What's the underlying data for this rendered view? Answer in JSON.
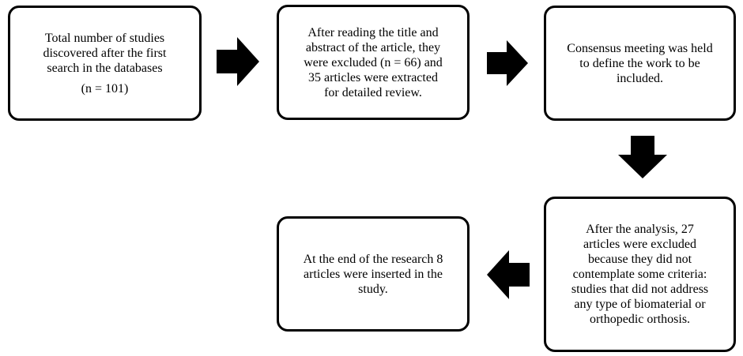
{
  "boxes": {
    "identification": {
      "lines": [
        "Total number of studies",
        "discovered after the first",
        "search in the databases",
        "(n = 101)"
      ]
    },
    "screening": {
      "lines": [
        "After reading the title and",
        "abstract of the article, they",
        "were excluded (n = 66) and",
        "35 articles were extracted",
        "for detailed review."
      ]
    },
    "consensus": {
      "lines": [
        "Consensus meeting was held",
        "to define the work to be",
        "included."
      ]
    },
    "analysis": {
      "lines": [
        "After the analysis, 27",
        "articles were excluded",
        "because they did not",
        "contemplate some criteria:",
        "studies that did not address",
        "any type of biomaterial or",
        "orthopedic orthosis."
      ]
    },
    "final": {
      "lines": [
        "At the end of the research 8",
        "articles were inserted in the",
        "study."
      ]
    }
  },
  "arrows": {
    "a1": "arrow-right",
    "a2": "arrow-right",
    "a3": "arrow-down",
    "a4": "arrow-left"
  },
  "colors": {
    "stroke": "#000000",
    "fill": "#ffffff",
    "arrow": "#000000"
  }
}
